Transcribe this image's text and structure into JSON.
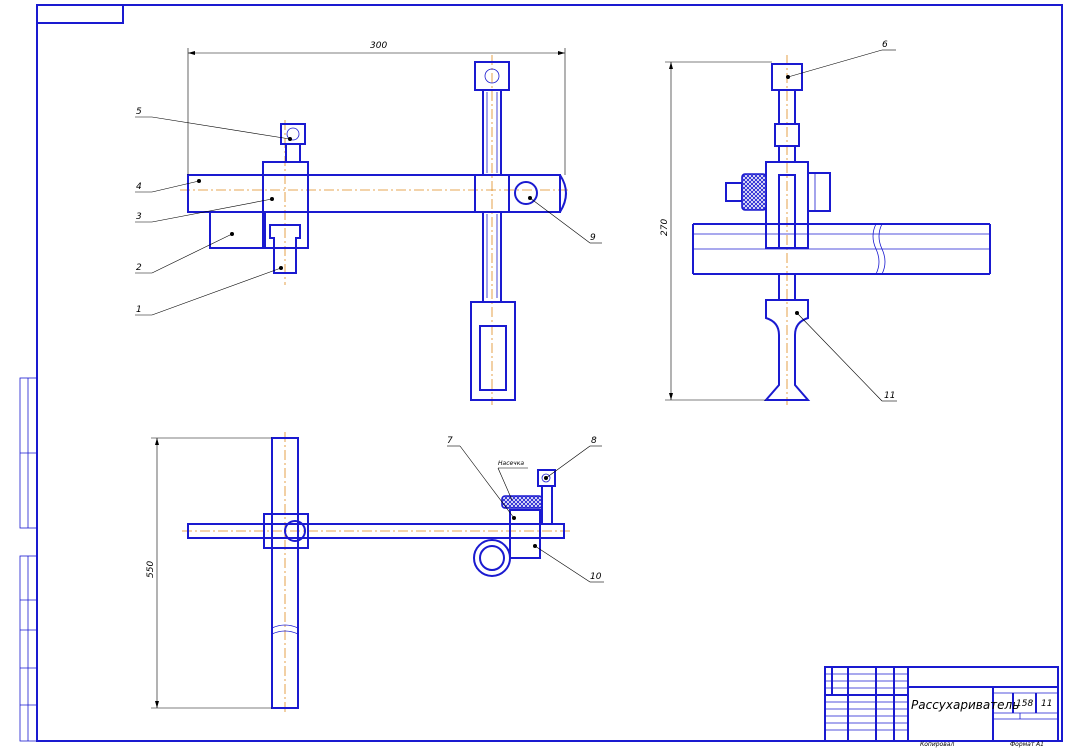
{
  "drawing": {
    "title": "Рассухариватель",
    "dimensions": {
      "width": "300",
      "height_side": "270",
      "height_top": "550"
    },
    "callouts": [
      "1",
      "2",
      "3",
      "4",
      "5",
      "6",
      "7",
      "8",
      "9",
      "10",
      "11"
    ],
    "note": "Насечка",
    "title_block": {
      "sheet": "158",
      "sheets": "11",
      "format_label": "Формат",
      "format_value": "A1",
      "copied_label": "Копировал"
    }
  },
  "colors": {
    "lines": "#1a1ad0",
    "axis": "#e08a1e",
    "dimension": "#000000"
  }
}
